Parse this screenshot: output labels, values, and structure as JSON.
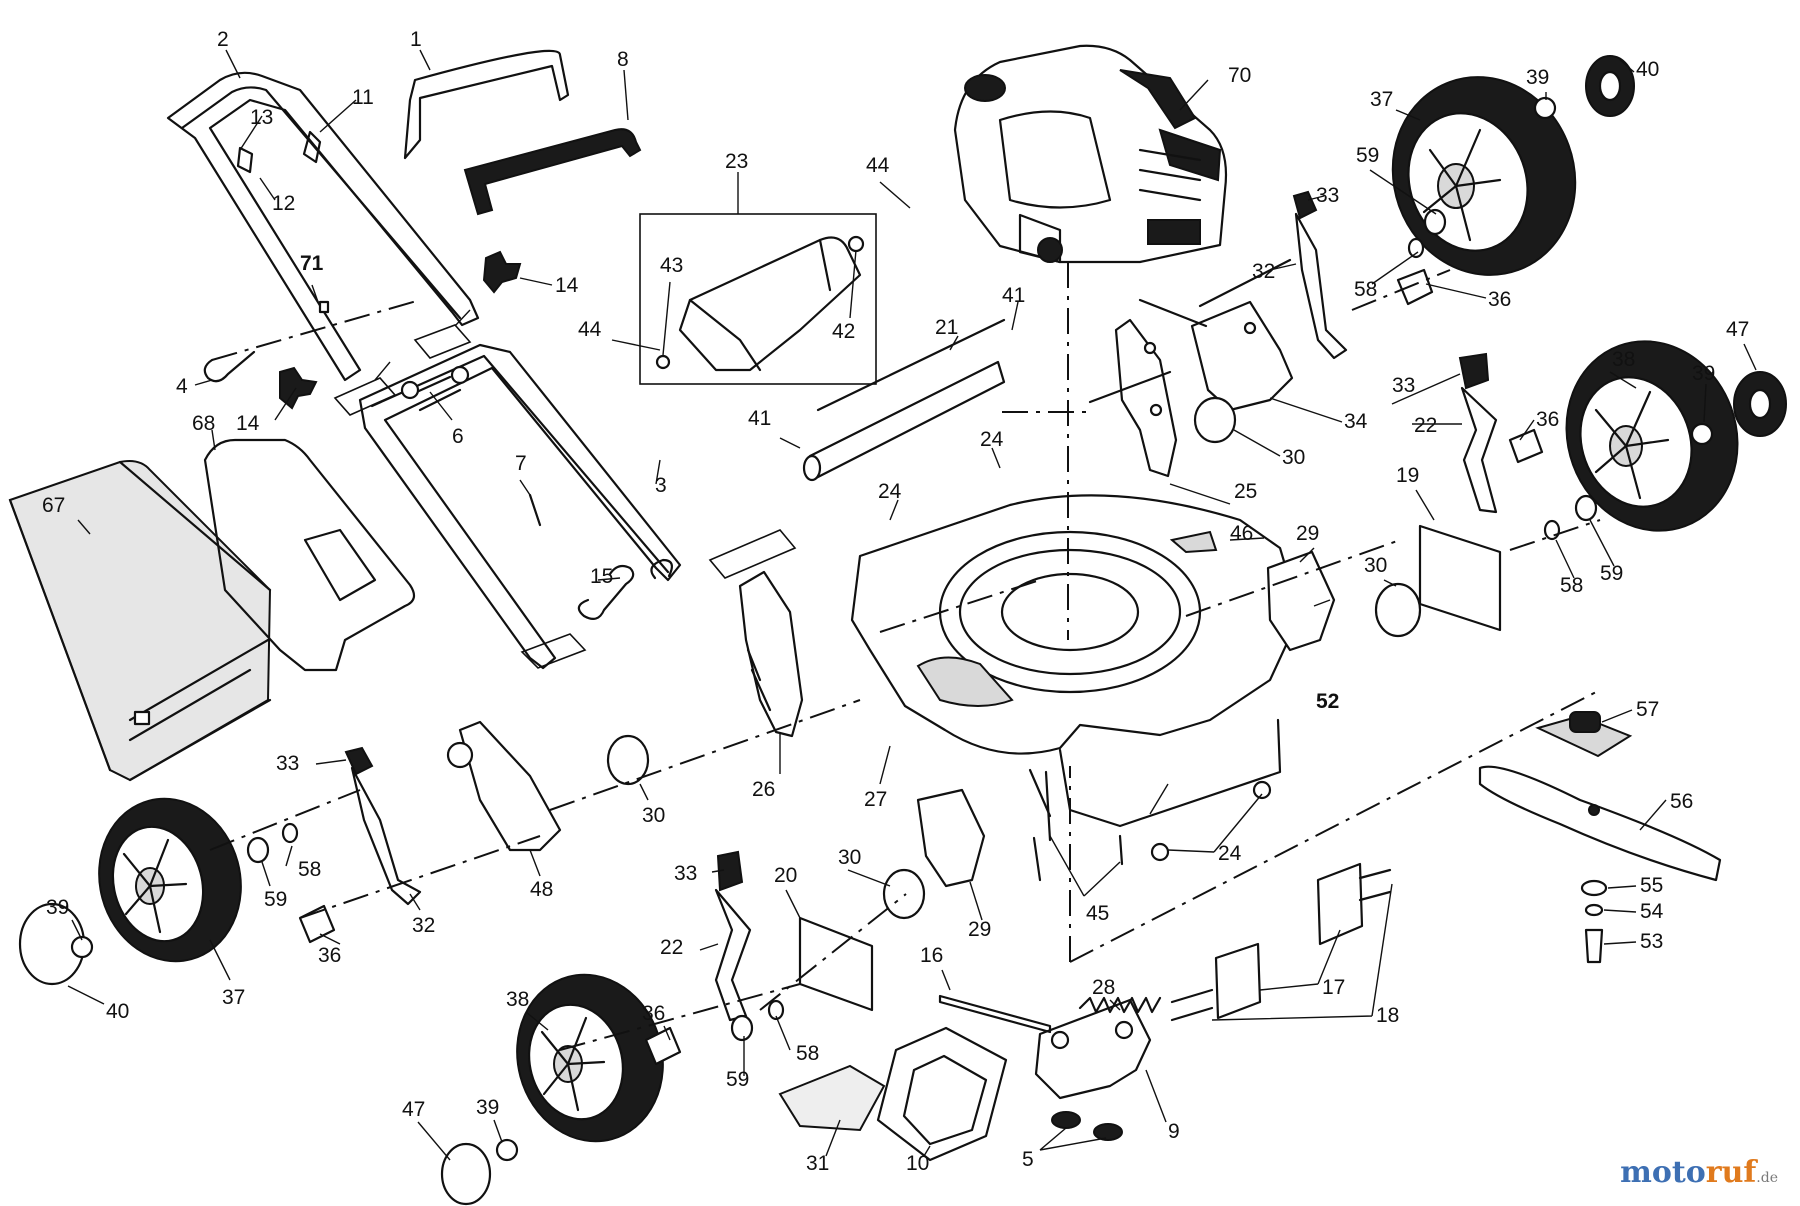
{
  "watermark": {
    "part1": "moto",
    "part2": "ruf",
    "part3": ".de"
  },
  "labels": [
    {
      "id": "p2",
      "text": "2"
    },
    {
      "id": "p1",
      "text": "1"
    },
    {
      "id": "p8",
      "text": "8"
    },
    {
      "id": "p13",
      "text": "13"
    },
    {
      "id": "p11",
      "text": "11"
    },
    {
      "id": "p12",
      "text": "12"
    },
    {
      "id": "p71",
      "text": "71"
    },
    {
      "id": "p14a",
      "text": "14"
    },
    {
      "id": "p14b",
      "text": "14"
    },
    {
      "id": "p4",
      "text": "4"
    },
    {
      "id": "p6",
      "text": "6"
    },
    {
      "id": "p68",
      "text": "68"
    },
    {
      "id": "p7",
      "text": "7"
    },
    {
      "id": "p3",
      "text": "3"
    },
    {
      "id": "p67",
      "text": "67"
    },
    {
      "id": "p15",
      "text": "15"
    },
    {
      "id": "p23",
      "text": "23"
    },
    {
      "id": "p43",
      "text": "43"
    },
    {
      "id": "p42",
      "text": "42"
    },
    {
      "id": "p44a",
      "text": "44"
    },
    {
      "id": "p44b",
      "text": "44"
    },
    {
      "id": "p70",
      "text": "70"
    },
    {
      "id": "p41a",
      "text": "41"
    },
    {
      "id": "p41b",
      "text": "41"
    },
    {
      "id": "p21",
      "text": "21"
    },
    {
      "id": "p24a",
      "text": "24"
    },
    {
      "id": "p24b",
      "text": "24"
    },
    {
      "id": "p24c",
      "text": "24"
    },
    {
      "id": "p25",
      "text": "25"
    },
    {
      "id": "p46",
      "text": "46"
    },
    {
      "id": "p33a",
      "text": "33"
    },
    {
      "id": "p32a",
      "text": "32"
    },
    {
      "id": "p58a",
      "text": "58"
    },
    {
      "id": "p59a",
      "text": "59"
    },
    {
      "id": "p37a",
      "text": "37"
    },
    {
      "id": "p39a",
      "text": "39"
    },
    {
      "id": "p40a",
      "text": "40"
    },
    {
      "id": "p36a",
      "text": "36"
    },
    {
      "id": "p34",
      "text": "34"
    },
    {
      "id": "p30a",
      "text": "30"
    },
    {
      "id": "p33b",
      "text": "33"
    },
    {
      "id": "p22a",
      "text": "22"
    },
    {
      "id": "p36b",
      "text": "36"
    },
    {
      "id": "p38a",
      "text": "38"
    },
    {
      "id": "p39b",
      "text": "39"
    },
    {
      "id": "p47a",
      "text": "47"
    },
    {
      "id": "p19",
      "text": "19"
    },
    {
      "id": "p29a",
      "text": "29"
    },
    {
      "id": "p30b",
      "text": "30"
    },
    {
      "id": "p58b",
      "text": "58"
    },
    {
      "id": "p59b",
      "text": "59"
    },
    {
      "id": "p52",
      "text": "52"
    },
    {
      "id": "p57",
      "text": "57"
    },
    {
      "id": "p56",
      "text": "56"
    },
    {
      "id": "p55",
      "text": "55"
    },
    {
      "id": "p54",
      "text": "54"
    },
    {
      "id": "p53",
      "text": "53"
    },
    {
      "id": "p26",
      "text": "26"
    },
    {
      "id": "p27",
      "text": "27"
    },
    {
      "id": "p30c",
      "text": "30"
    },
    {
      "id": "p33c",
      "text": "33"
    },
    {
      "id": "p48",
      "text": "48"
    },
    {
      "id": "p58c",
      "text": "58"
    },
    {
      "id": "p59c",
      "text": "59"
    },
    {
      "id": "p32b",
      "text": "32"
    },
    {
      "id": "p36c",
      "text": "36"
    },
    {
      "id": "p39c",
      "text": "39"
    },
    {
      "id": "p40b",
      "text": "40"
    },
    {
      "id": "p37b",
      "text": "37"
    },
    {
      "id": "p45",
      "text": "45"
    },
    {
      "id": "p33d",
      "text": "33"
    },
    {
      "id": "p20",
      "text": "20"
    },
    {
      "id": "p30d",
      "text": "30"
    },
    {
      "id": "p29b",
      "text": "29"
    },
    {
      "id": "p22b",
      "text": "22"
    },
    {
      "id": "p16",
      "text": "16"
    },
    {
      "id": "p28",
      "text": "28"
    },
    {
      "id": "p17",
      "text": "17"
    },
    {
      "id": "p18",
      "text": "18"
    },
    {
      "id": "p36d",
      "text": "36"
    },
    {
      "id": "p58d",
      "text": "58"
    },
    {
      "id": "p59d",
      "text": "59"
    },
    {
      "id": "p38b",
      "text": "38"
    },
    {
      "id": "p47b",
      "text": "47"
    },
    {
      "id": "p39d",
      "text": "39"
    },
    {
      "id": "p31",
      "text": "31"
    },
    {
      "id": "p10",
      "text": "10"
    },
    {
      "id": "p5",
      "text": "5"
    },
    {
      "id": "p9",
      "text": "9"
    }
  ]
}
